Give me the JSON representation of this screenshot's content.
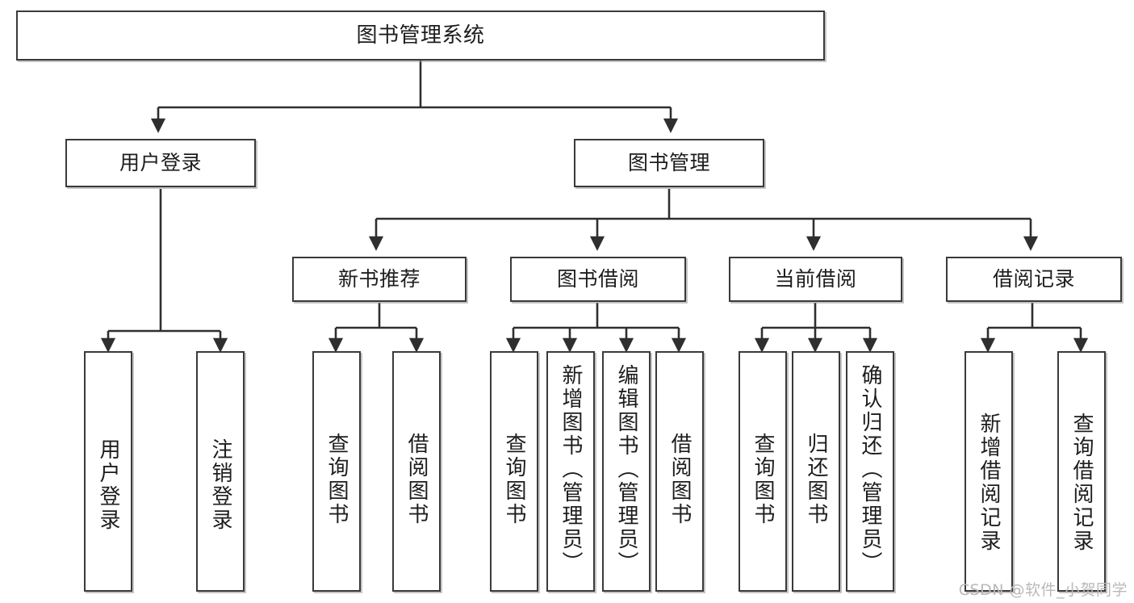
{
  "diagram": {
    "title": "图书管理系统",
    "type": "功能结构图",
    "colors": {
      "background": "#ffffff",
      "node_border": "#3a3a3a",
      "node_fill": "#ffffff",
      "edge": "#2f2f2f",
      "watermark": "#b9b9b9"
    },
    "watermark": "CSDN @软件_小贺同学"
  },
  "nodes": {
    "root": {
      "label": "图书管理系统"
    },
    "level2": [
      {
        "label": "用户登录"
      },
      {
        "label": "图书管理"
      }
    ],
    "level3": [
      {
        "label": "新书推荐"
      },
      {
        "label": "图书借阅"
      },
      {
        "label": "当前借阅"
      },
      {
        "label": "借阅记录"
      }
    ],
    "leaves": {
      "user_login": [
        {
          "label": "用户登录"
        },
        {
          "label": "注销登录"
        }
      ],
      "new_books": [
        {
          "label": "查询图书"
        },
        {
          "label": "借阅图书"
        }
      ],
      "book_borrow": [
        {
          "label": "查询图书"
        },
        {
          "label": "新增图书（管理员）"
        },
        {
          "label": "编辑图书（管理员）"
        },
        {
          "label": "借阅图书"
        }
      ],
      "current_borrow": [
        {
          "label": "查询图书"
        },
        {
          "label": "归还图书"
        },
        {
          "label": "确认归还（管理员）"
        }
      ],
      "borrow_records": [
        {
          "label": "新增借阅记录"
        },
        {
          "label": "查询借阅记录"
        }
      ]
    }
  },
  "tree": {
    "name": "图书管理系统",
    "children": [
      {
        "name": "用户登录",
        "children": [
          {
            "name": "用户登录"
          },
          {
            "name": "注销登录"
          }
        ]
      },
      {
        "name": "图书管理",
        "children": [
          {
            "name": "新书推荐",
            "children": [
              {
                "name": "查询图书"
              },
              {
                "name": "借阅图书"
              }
            ]
          },
          {
            "name": "图书借阅",
            "children": [
              {
                "name": "查询图书"
              },
              {
                "name": "新增图书（管理员）"
              },
              {
                "name": "编辑图书（管理员）"
              },
              {
                "name": "借阅图书"
              }
            ]
          },
          {
            "name": "当前借阅",
            "children": [
              {
                "name": "查询图书"
              },
              {
                "name": "归还图书"
              },
              {
                "name": "确认归还（管理员）"
              }
            ]
          },
          {
            "name": "借阅记录",
            "children": [
              {
                "name": "新增借阅记录"
              },
              {
                "name": "查询借阅记录"
              }
            ]
          }
        ]
      }
    ]
  }
}
